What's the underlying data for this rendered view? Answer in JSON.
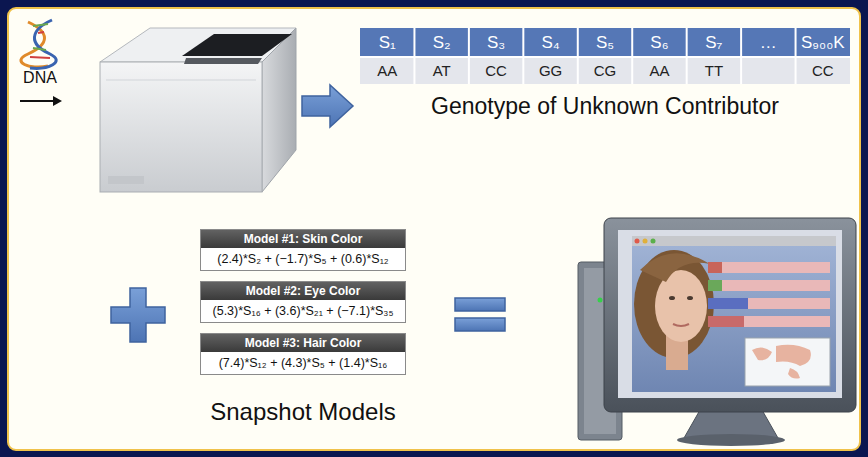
{
  "diagram": {
    "nodes": [
      {
        "text": [
          "Model #1: Skin Color",
          "(2.4)*S₂ + (−1.7)*S₅ + (0.6)*S₁₂"
        ]
      },
      {
        "text": [
          "Model #2: Eye Color",
          "(5.3)*S₁₆ + (3.6)*S₂₁ + (−7.1)*S₃₅"
        ]
      },
      {
        "text": [
          "Model #3: Hair Color",
          "(7.4)*S₁₂ + (4.3)*S₅ + (1.4)*S₁₆"
        ]
      }
    ],
    "labels": [
      "DNA",
      "S₁",
      "S₂",
      "S₃",
      "S₄",
      "S₅",
      "S₆",
      "S₇",
      "…",
      "S₉₀₀K",
      "AA",
      "AT",
      "CC",
      "GG",
      "CG",
      "AA",
      "TT",
      "CC",
      "Genotype of Unknown Contributor",
      "Snapshot Models"
    ]
  }
}
